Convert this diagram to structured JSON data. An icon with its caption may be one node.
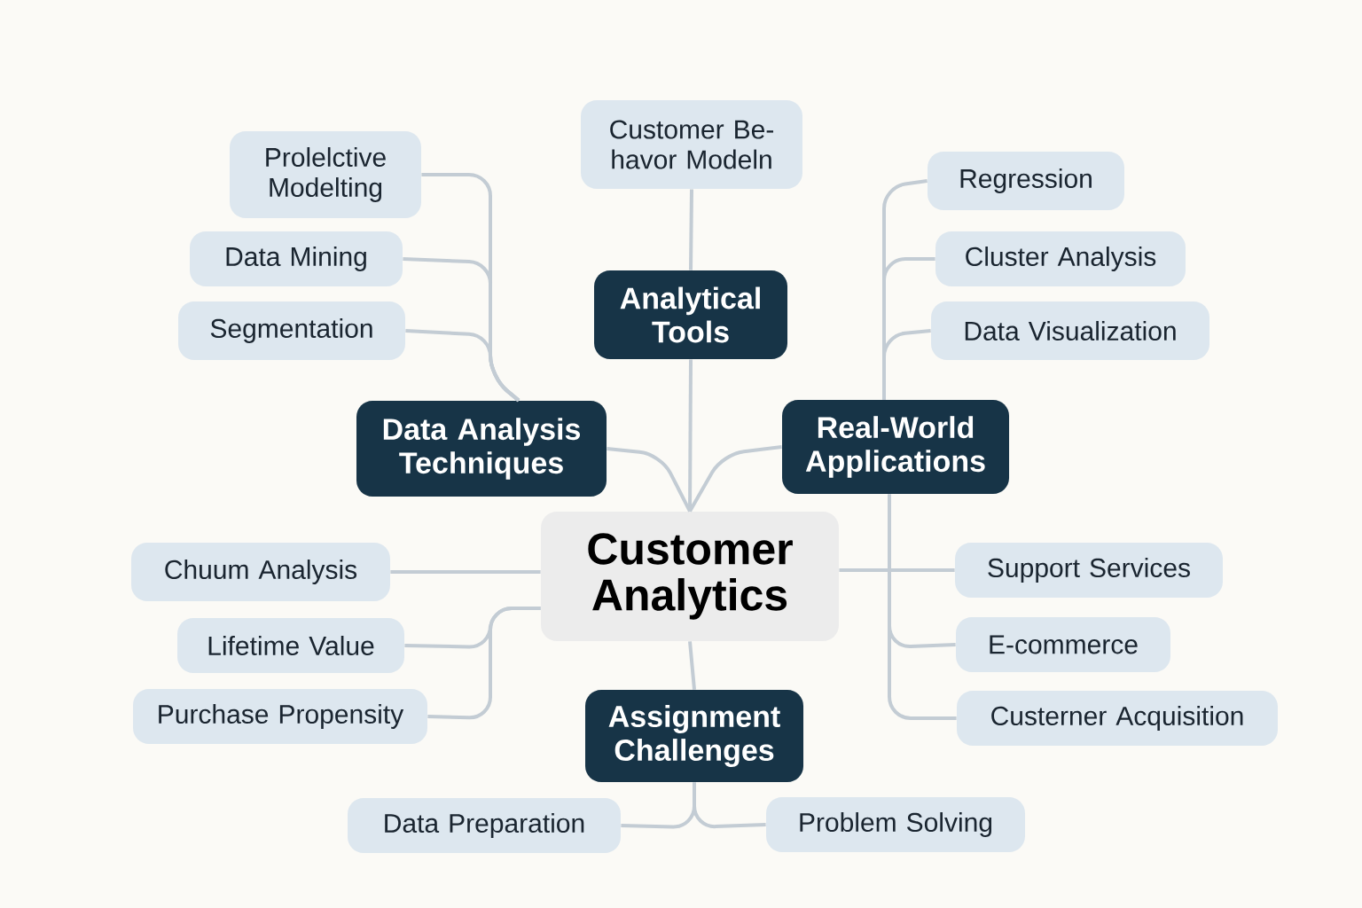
{
  "diagram": {
    "nodes": [
      {
        "text": [
          "Customer Analytics"
        ]
      },
      {
        "text": [
          "Analytical Tools"
        ]
      },
      {
        "text": [
          "Data Analysis Techniques"
        ]
      },
      {
        "text": [
          "Real-World Applications"
        ]
      },
      {
        "text": [
          "Assignment Challenges"
        ]
      },
      {
        "text": [
          "Customer Be- havor Modeln"
        ]
      },
      {
        "text": [
          "Prolelctive Modelting"
        ]
      },
      {
        "text": [
          "Data Mining"
        ]
      },
      {
        "text": [
          "Segmentation"
        ]
      },
      {
        "text": [
          "Regression"
        ]
      },
      {
        "text": [
          "Cluster Analysis"
        ]
      },
      {
        "text": [
          "Data Visualization"
        ]
      },
      {
        "text": [
          "Chuum Analysis"
        ]
      },
      {
        "text": [
          "Lifetime Value"
        ]
      },
      {
        "text": [
          "Purchase Propensity"
        ]
      },
      {
        "text": [
          "Support Services"
        ]
      },
      {
        "text": [
          "E-commerce"
        ]
      },
      {
        "text": [
          "Custerner Acquisition"
        ]
      },
      {
        "text": [
          "Data Preparation"
        ]
      },
      {
        "text": [
          "Problem Solving"
        ]
      }
    ],
    "edges": [
      {
        "from": 1,
        "to": 0,
        "arrow": "none"
      },
      {
        "from": 2,
        "to": 0,
        "arrow": "none"
      },
      {
        "from": 3,
        "to": 0,
        "arrow": "none"
      },
      {
        "from": 4,
        "to": 0,
        "arrow": "none"
      },
      {
        "from": 5,
        "to": 1,
        "arrow": "none"
      },
      {
        "from": 6,
        "to": 2,
        "arrow": "none"
      },
      {
        "from": 7,
        "to": 2,
        "arrow": "none"
      },
      {
        "from": 8,
        "to": 2,
        "arrow": "none"
      },
      {
        "from": 9,
        "to": 3,
        "arrow": "none"
      },
      {
        "from": 10,
        "to": 3,
        "arrow": "none"
      },
      {
        "from": 11,
        "to": 3,
        "arrow": "none"
      },
      {
        "from": 12,
        "to": 0,
        "arrow": "none"
      },
      {
        "from": 13,
        "to": 0,
        "arrow": "none"
      },
      {
        "from": 14,
        "to": 0,
        "arrow": "none"
      },
      {
        "from": 15,
        "to": 0,
        "arrow": "none"
      },
      {
        "from": 16,
        "to": 3,
        "arrow": "none"
      },
      {
        "from": 17,
        "to": 3,
        "arrow": "none"
      },
      {
        "from": 18,
        "to": 4,
        "arrow": "none"
      },
      {
        "from": 19,
        "to": 4,
        "arrow": "none"
      }
    ]
  }
}
